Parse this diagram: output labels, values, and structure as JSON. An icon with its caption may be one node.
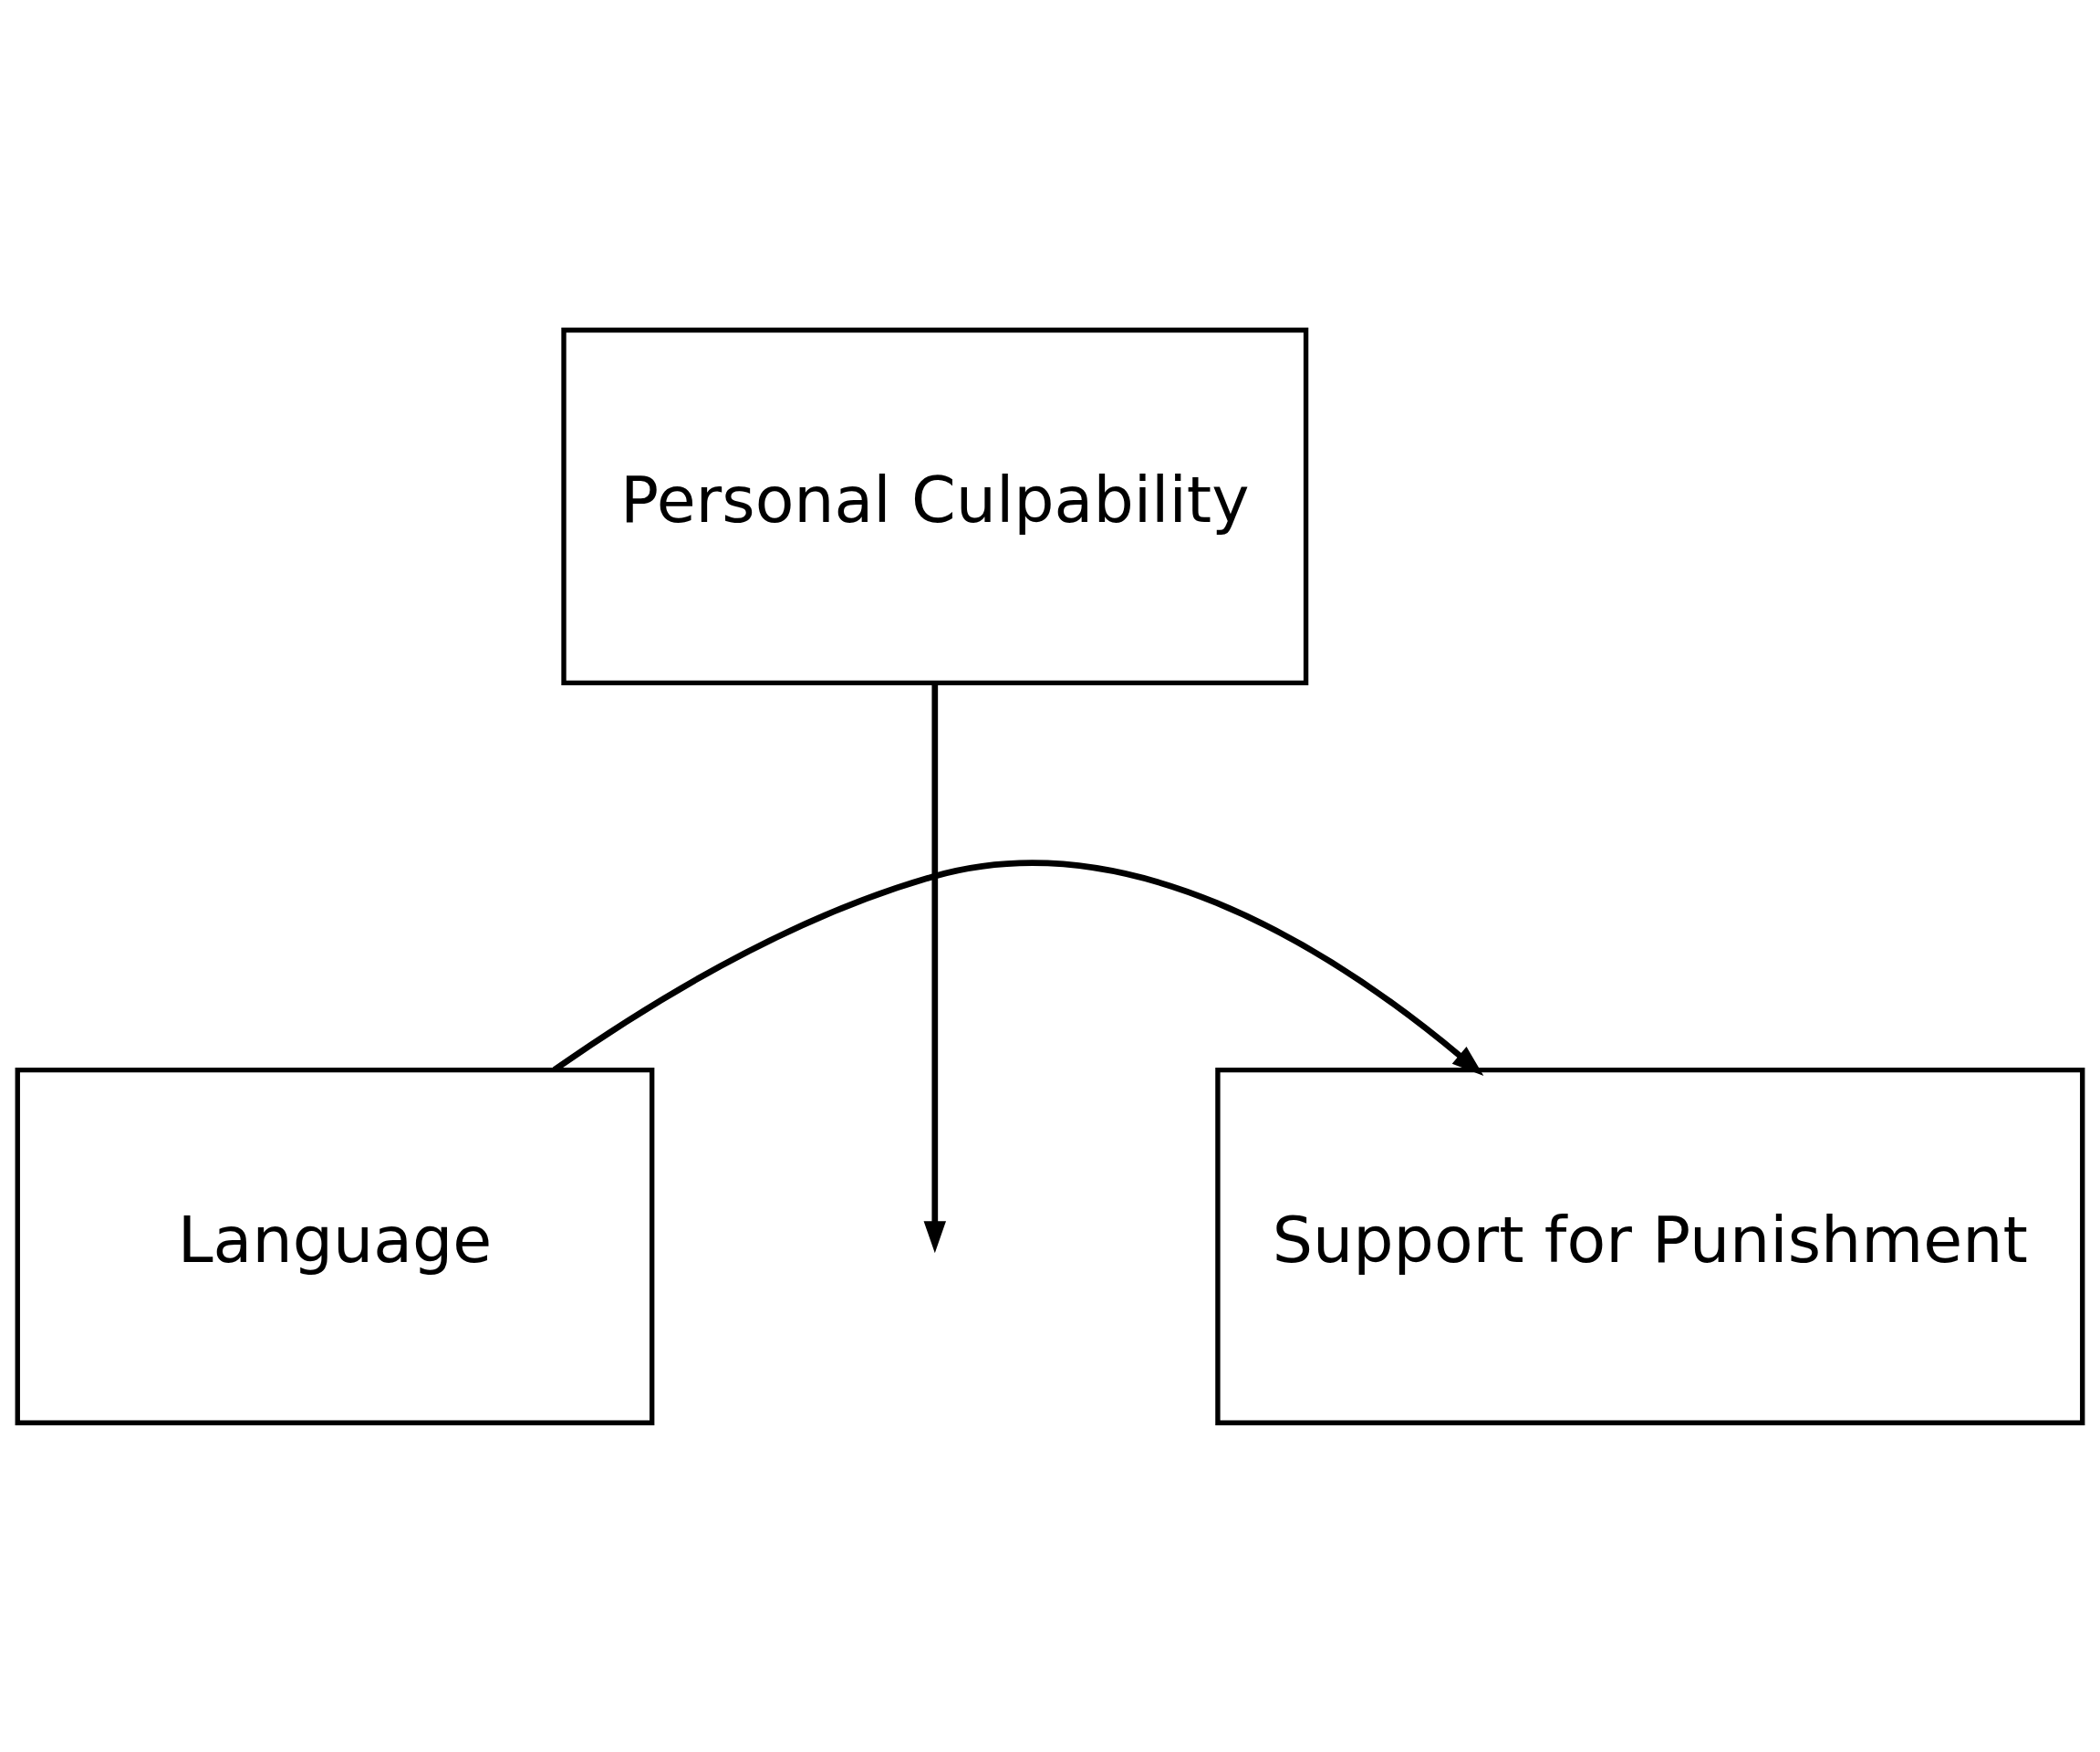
{
  "diagram": {
    "nodes": [
      {
        "text": [
          "Personal Culpability"
        ]
      },
      {
        "text": [
          "Language"
        ]
      },
      {
        "text": [
          "Support for Punishment"
        ]
      }
    ],
    "edges": [
      {
        "from": 1,
        "to": 2,
        "arrow": "to"
      },
      {
        "from": 0,
        "to": null,
        "arrow": "to"
      }
    ]
  }
}
